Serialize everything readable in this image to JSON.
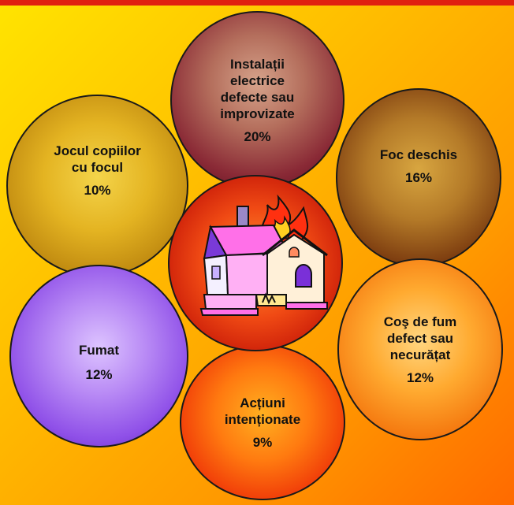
{
  "colors": {
    "background_top": "#ffe400",
    "background_bottom": "#ff6a00",
    "top_bar": "#e02010"
  },
  "bubbles": {
    "electrice": {
      "label": "Instalații\nelectrice\ndefecte sau\nimprovizate",
      "percent": "20%"
    },
    "copii": {
      "label": "Jocul copiilor\ncu focul",
      "percent": "10%"
    },
    "foc": {
      "label": "Foc deschis",
      "percent": "16%"
    },
    "fumat": {
      "label": "Fumat",
      "percent": "12%"
    },
    "cos": {
      "label": "Coş de fum\ndefect sau\nnecurățat",
      "percent": "12%"
    },
    "actiuni": {
      "label": "Acțiuni\nintenționate",
      "percent": "9%"
    }
  },
  "center": {
    "icon": "burning-house-icon"
  }
}
